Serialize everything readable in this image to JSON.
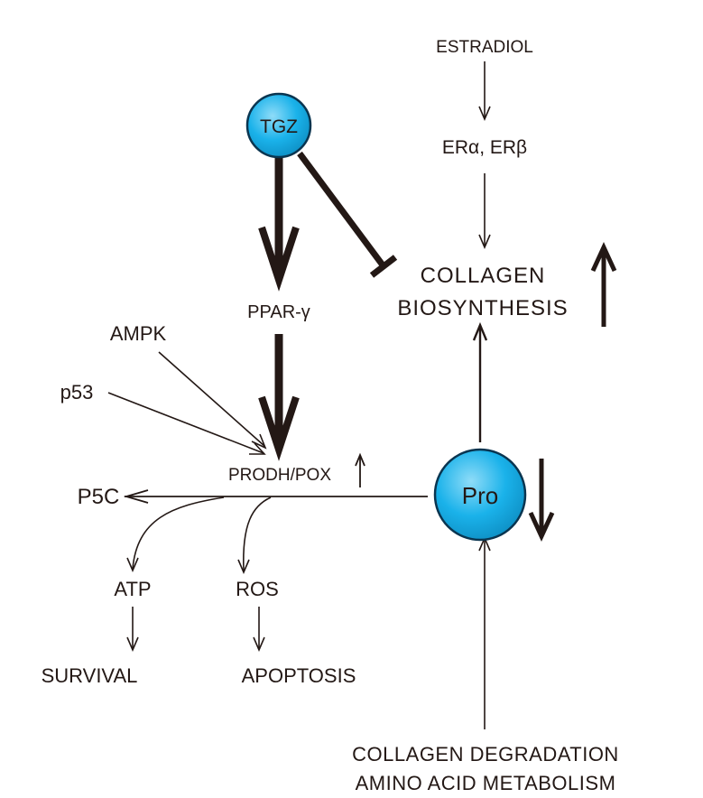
{
  "nodes": {
    "tgz": "TGZ",
    "pro": "Pro"
  },
  "labels": {
    "estradiol": "ESTRADIOL",
    "er": "ERα, ERβ",
    "collagen_line1": "COLLAGEN",
    "collagen_line2": "BIOSYNTHESIS",
    "ppar": "PPAR-γ",
    "ampk": "AMPK",
    "p53": "p53",
    "prodh": "PRODH/POX",
    "p5c": "P5C",
    "atp": "ATP",
    "ros": "ROS",
    "survival": "SURVIVAL",
    "apoptosis": "APOPTOSIS",
    "degradation_line1": "COLLAGEN DEGRADATION",
    "degradation_line2": "AMINO ACID METABOLISM"
  },
  "colors": {
    "ink": "#231815",
    "node_fill": "#1ab2ea",
    "node_fill_light": "#7fd6f6",
    "node_stroke": "#0a3550"
  }
}
